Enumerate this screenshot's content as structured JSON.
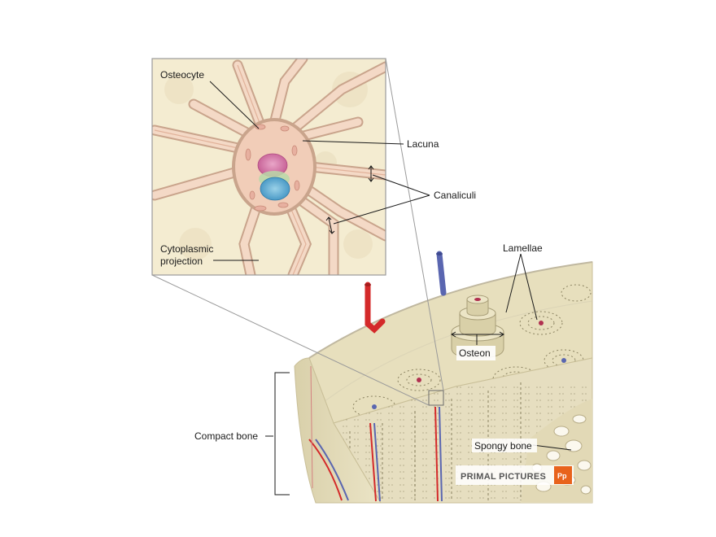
{
  "labels": {
    "osteocyte": "Osteocyte",
    "lacuna": "Lacuna",
    "canaliculi": "Canaliculi",
    "cytoplasmic_1": "Cytoplasmic",
    "cytoplasmic_2": "projection",
    "lamellae": "Lamellae",
    "osteon": "Osteon",
    "compact_bone": "Compact bone",
    "spongy_bone": "Spongy bone"
  },
  "branding": {
    "name": "PRIMAL PICTURES",
    "logo_letters": "Pp",
    "logo_color": "#e8631c"
  },
  "colors": {
    "bone": "#e9e2c2",
    "cell": "#f1cdb8",
    "artery": "#d42a2a",
    "vein": "#5a66b0",
    "inset_border": "#999999"
  }
}
